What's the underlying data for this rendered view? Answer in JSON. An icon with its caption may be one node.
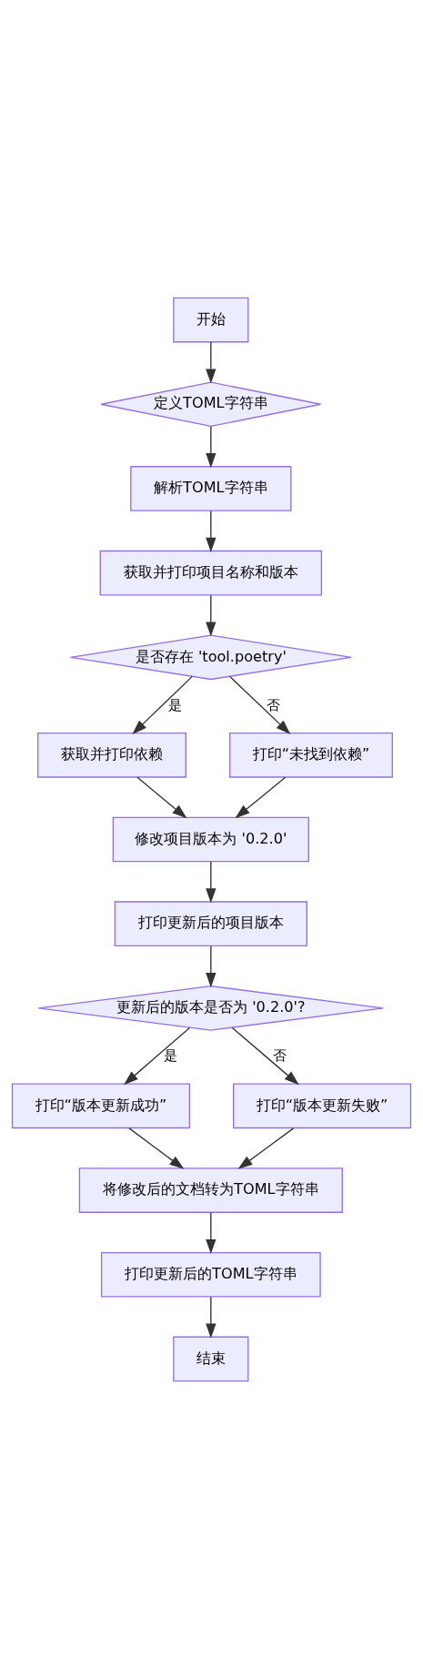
{
  "diagram": {
    "nodes": [
      {
        "text": [
          "开始"
        ]
      },
      {
        "text": [
          "定义TOML字符串"
        ]
      },
      {
        "text": [
          "解析TOML字符串"
        ]
      },
      {
        "text": [
          "获取并打印项目名称和版本"
        ]
      },
      {
        "text": [
          "是否存在 'tool.poetry'"
        ]
      },
      {
        "text": [
          "获取并打印依赖"
        ]
      },
      {
        "text": [
          "打印“未找到依赖”"
        ]
      },
      {
        "text": [
          "修改项目版本为 '0.2.0'"
        ]
      },
      {
        "text": [
          "打印更新后的项目版本"
        ]
      },
      {
        "text": [
          "更新后的版本是否为 '0.2.0'?"
        ]
      },
      {
        "text": [
          "打印“版本更新成功”"
        ]
      },
      {
        "text": [
          "打印“版本更新失败”"
        ]
      },
      {
        "text": [
          "将修改后的文档转为TOML字符串"
        ]
      },
      {
        "text": [
          "打印更新后的TOML字符串"
        ]
      },
      {
        "text": [
          "结束"
        ]
      }
    ],
    "edges": [
      {
        "from": 0,
        "to": 1,
        "arrow": "to"
      },
      {
        "from": 1,
        "to": 2,
        "arrow": "to"
      },
      {
        "from": 2,
        "to": 3,
        "arrow": "to"
      },
      {
        "from": 3,
        "to": 4,
        "arrow": "to"
      },
      {
        "from": 4,
        "to": 5,
        "arrow": "to",
        "label": "是"
      },
      {
        "from": 4,
        "to": 6,
        "arrow": "to",
        "label": "否"
      },
      {
        "from": 5,
        "to": 7,
        "arrow": "to"
      },
      {
        "from": 6,
        "to": 7,
        "arrow": "to"
      },
      {
        "from": 7,
        "to": 8,
        "arrow": "to"
      },
      {
        "from": 8,
        "to": 9,
        "arrow": "to"
      },
      {
        "from": 9,
        "to": 10,
        "arrow": "to",
        "label": "是"
      },
      {
        "from": 9,
        "to": 11,
        "arrow": "to",
        "label": "否"
      },
      {
        "from": 10,
        "to": 12,
        "arrow": "to"
      },
      {
        "from": 11,
        "to": 12,
        "arrow": "to"
      },
      {
        "from": 12,
        "to": 13,
        "arrow": "to"
      },
      {
        "from": 13,
        "to": 14,
        "arrow": "to"
      }
    ]
  }
}
